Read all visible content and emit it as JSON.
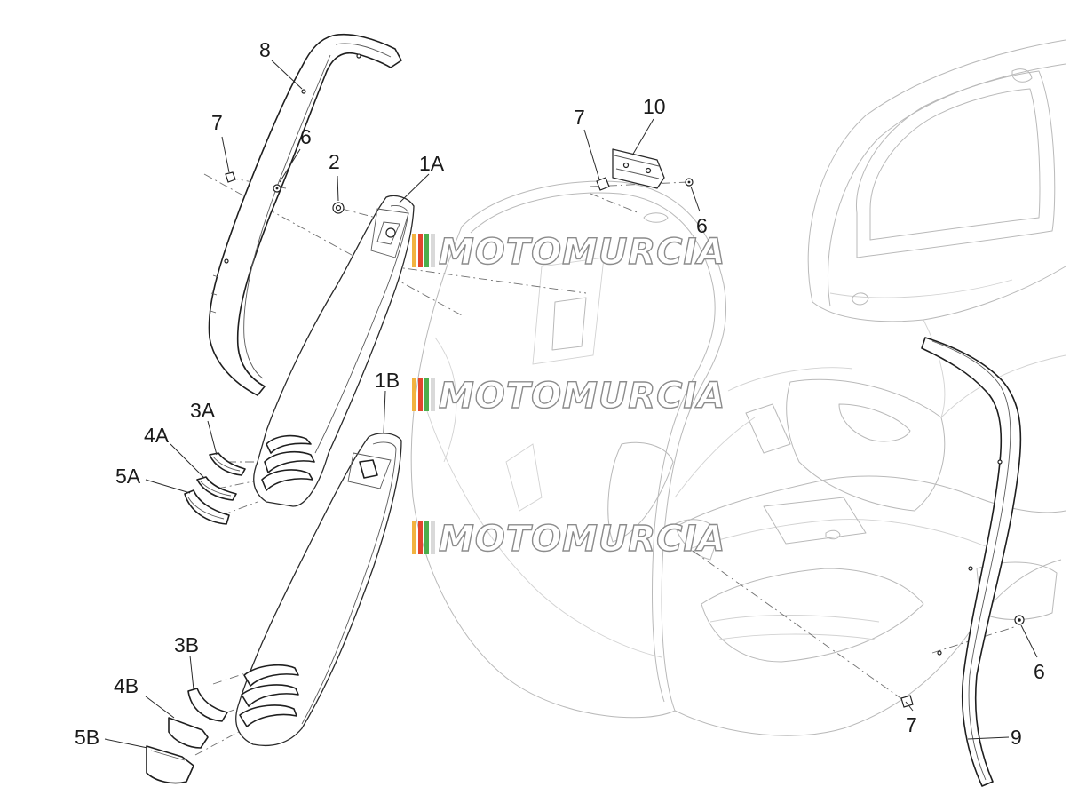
{
  "callouts": {
    "c8": "8",
    "c7_left": "7",
    "c6_left": "6",
    "c2": "2",
    "c1A": "1A",
    "c1B": "1B",
    "c3A": "3A",
    "c4A": "4A",
    "c5A": "5A",
    "c3B": "3B",
    "c4B": "4B",
    "c5B": "5B",
    "c7_top": "7",
    "c10": "10",
    "c6_top": "6",
    "c6_right": "6",
    "c7_bottom": "7",
    "c9": "9"
  },
  "watermark": {
    "text": "MOTOMURCIA",
    "stripe_colors": [
      "#f2b340",
      "#e2462e",
      "#4cae4c",
      "#d9d9d9"
    ]
  }
}
